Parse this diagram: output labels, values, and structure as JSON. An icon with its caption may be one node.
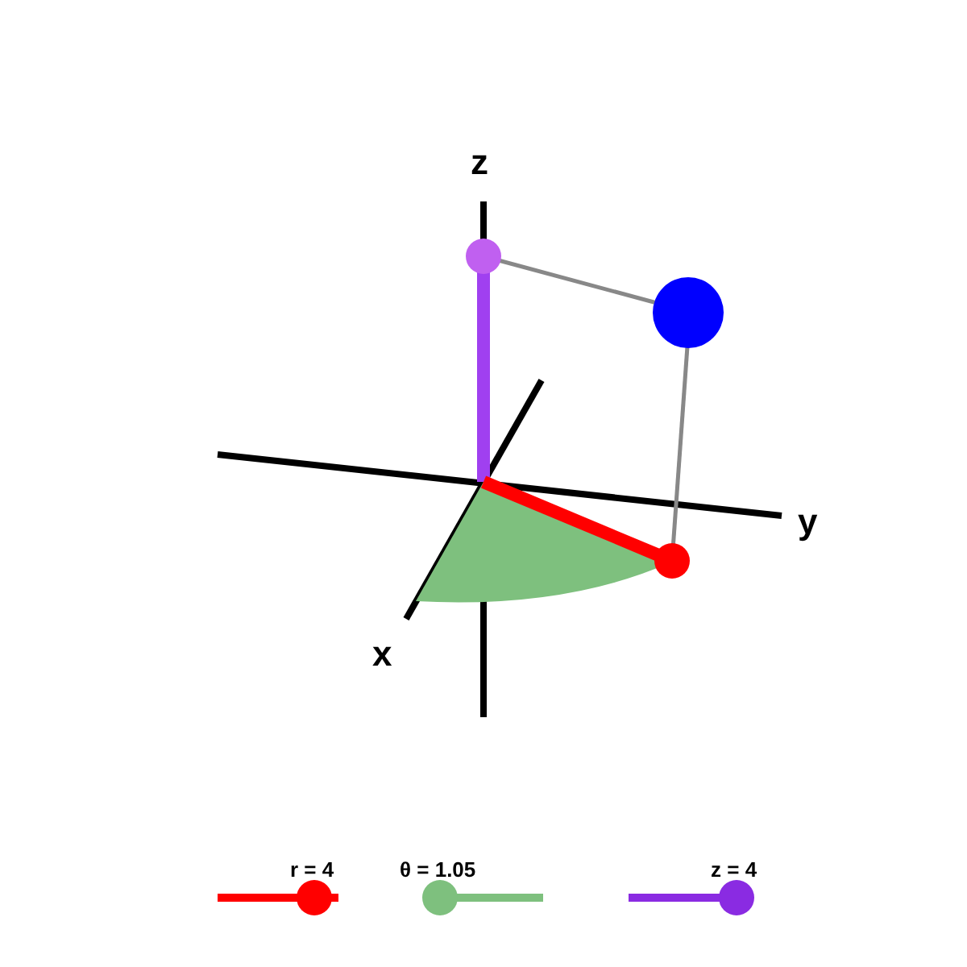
{
  "diagram": {
    "labels": [
      "z",
      "y",
      "x",
      "r = 4",
      "θ = 1.05",
      "z = 4"
    ]
  }
}
